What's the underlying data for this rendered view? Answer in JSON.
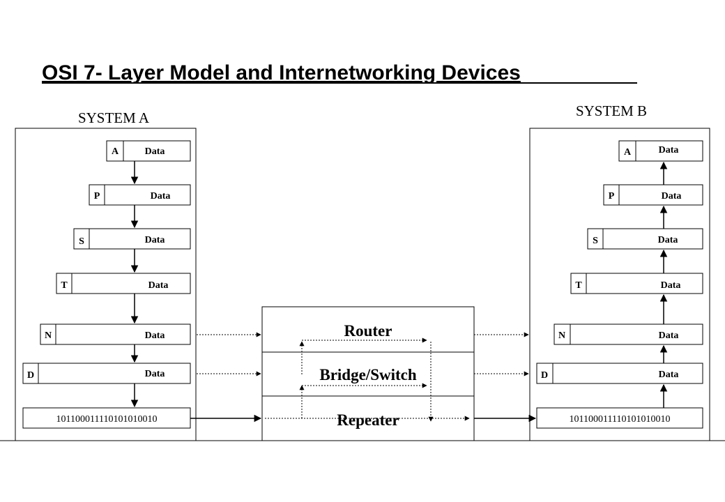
{
  "title": "OSI 7- Layer Model and Internetworking Devices",
  "system_a": {
    "label": "SYSTEM A",
    "layers": [
      {
        "tag": "A",
        "data": "Data"
      },
      {
        "tag": "P",
        "data": "Data"
      },
      {
        "tag": "S",
        "data": "Data"
      },
      {
        "tag": "T",
        "data": "Data"
      },
      {
        "tag": "N",
        "data": "Data"
      },
      {
        "tag": "D",
        "data": "Data"
      }
    ],
    "bits": "101100011110101010010"
  },
  "system_b": {
    "label": "SYSTEM B",
    "layers": [
      {
        "tag": "A",
        "data": "Data"
      },
      {
        "tag": "P",
        "data": "Data"
      },
      {
        "tag": "S",
        "data": "Data"
      },
      {
        "tag": "T",
        "data": "Data"
      },
      {
        "tag": "N",
        "data": "Data"
      },
      {
        "tag": "D",
        "data": "Data"
      }
    ],
    "bits": "101100011110101010010"
  },
  "devices": {
    "router": "Router",
    "bridge": "Bridge/Switch",
    "repeater": "Repeater"
  }
}
